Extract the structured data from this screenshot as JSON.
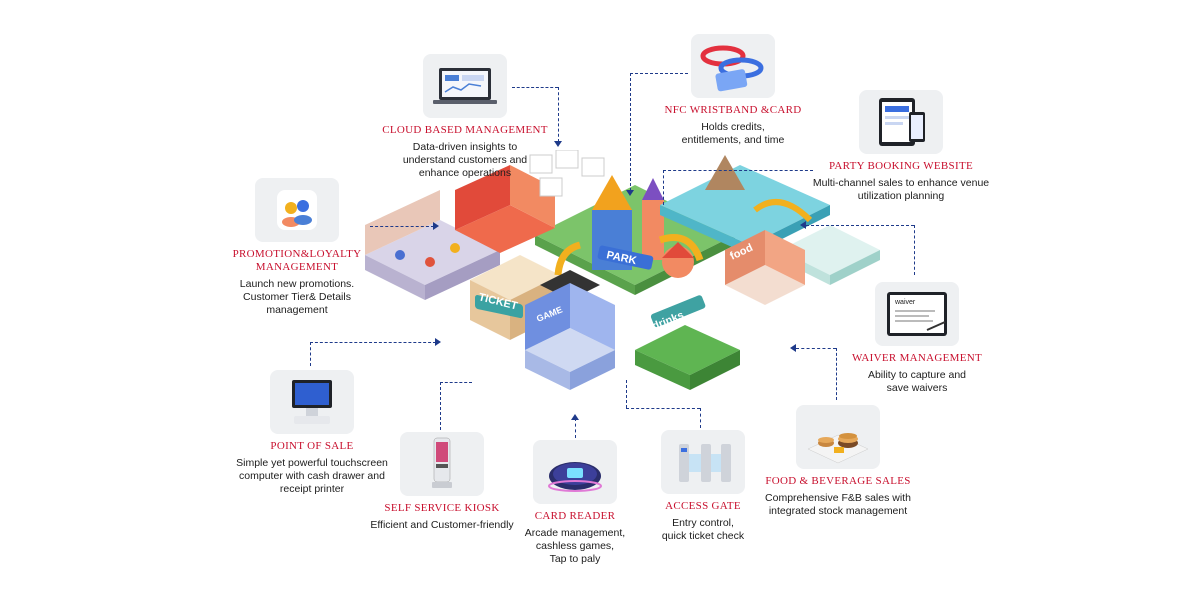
{
  "features": [
    {
      "key": "cloud",
      "title": "CLOUD BASED MANAGEMENT",
      "desc": [
        "Data-driven insights to",
        "understand customers and",
        "enhance operations"
      ],
      "icon": "laptop-dashboard-icon"
    },
    {
      "key": "nfc",
      "title": "NFC WRISTBAND &CARD",
      "desc": [
        "Holds credits,",
        "entitlements, and time"
      ],
      "icon": "wristband-icon"
    },
    {
      "key": "party",
      "title": "PARTY BOOKING WEBSITE",
      "desc": [
        "Multi-channel sales to enhance venue",
        "utilization planning"
      ],
      "icon": "tablet-phone-icon"
    },
    {
      "key": "promo",
      "title": "PROMOTION&LOYALTY MANAGEMENT",
      "desc": [
        "Launch new promotions.",
        "Customer Tier& Details",
        "management"
      ],
      "icon": "users-icon"
    },
    {
      "key": "waiver",
      "title": "WAIVER MANAGEMENT",
      "desc": [
        "Ability to capture and",
        "save waivers"
      ],
      "icon": "waiver-tablet-icon",
      "icon_text": "waiver"
    },
    {
      "key": "pos",
      "title": "POINT OF SALE",
      "desc": [
        "Simple yet powerful touchscreen",
        "computer with cash drawer and",
        "receipt printer"
      ],
      "icon": "pos-terminal-icon"
    },
    {
      "key": "kiosk",
      "title": "SELF SERVICE KIOSK",
      "desc": [
        "Efficient and Customer-friendly"
      ],
      "icon": "kiosk-icon"
    },
    {
      "key": "reader",
      "title": "CARD READER",
      "desc": [
        "Arcade management,",
        "cashless games,",
        "Tap to paly"
      ],
      "icon": "card-reader-icon"
    },
    {
      "key": "gate",
      "title": "ACCESS GATE",
      "desc": [
        "Entry control,",
        "quick ticket check"
      ],
      "icon": "access-gate-icon"
    },
    {
      "key": "fnb",
      "title": "FOOD & BEVERAGE SALES",
      "desc": [
        "Comprehensive F&B sales with",
        "integrated stock management"
      ],
      "icon": "food-tray-icon"
    }
  ],
  "park_labels": {
    "ticket": "TICKET",
    "park": "PARK",
    "game": "GAME",
    "drinks": "drinks",
    "food": "food"
  },
  "colors": {
    "title_red": "#c8102e",
    "line_blue": "#1e3a8a",
    "icon_bg": "#eef0f2"
  }
}
